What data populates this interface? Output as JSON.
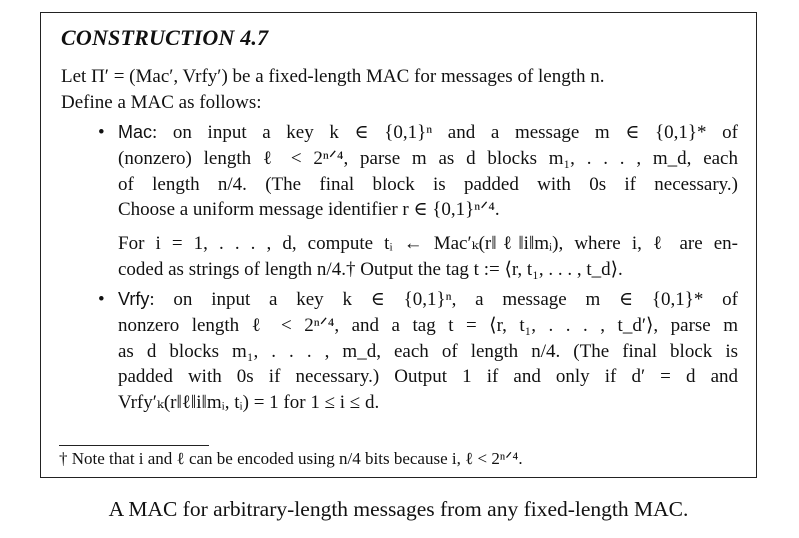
{
  "construction": {
    "title": "CONSTRUCTION 4.7",
    "intro_lines": [
      "Let Π′ = (Mac′, Vrfy′) be a fixed-length MAC for messages of length n.",
      "Define a MAC as follows:"
    ],
    "mac": {
      "bullet": "•",
      "label": "Mac",
      "para1_lines": [
        ": on input a key k ∈ {0,1}ⁿ and a message m ∈ {0,1}* of",
        "(nonzero) length ℓ < 2ⁿᐟ⁴, parse m as d blocks m₁, . . . , m_d, each",
        "of length n/4. (The final block is padded with 0s if necessary.)",
        "Choose a uniform message identifier r ∈ {0,1}ⁿᐟ⁴."
      ],
      "para2_lines": [
        "For i = 1, . . . , d, compute tᵢ ← Mac′ₖ(r‖ℓ‖i‖mᵢ), where i, ℓ are en-",
        "coded as strings of length n/4.† Output the tag t := ⟨r, t₁, . . . , t_d⟩."
      ]
    },
    "vrfy": {
      "bullet": "•",
      "label": "Vrfy",
      "para_lines": [
        ": on input a key k ∈ {0,1}ⁿ, a message m ∈ {0,1}* of",
        "nonzero length ℓ < 2ⁿᐟ⁴, and a tag t = ⟨r, t₁, . . . , t_d′⟩, parse m",
        "as d blocks m₁, . . . , m_d, each of length n/4. (The final block is",
        "padded with 0s if necessary.) Output 1 if and only if d′ = d and",
        "Vrfy′ₖ(r‖ℓ‖i‖mᵢ, tᵢ) = 1 for 1 ≤ i ≤ d."
      ]
    },
    "footnote": "† Note that i and ℓ can be encoded using n/4 bits because i, ℓ < 2ⁿᐟ⁴."
  },
  "caption": "A MAC for arbitrary-length messages from any fixed-length MAC."
}
